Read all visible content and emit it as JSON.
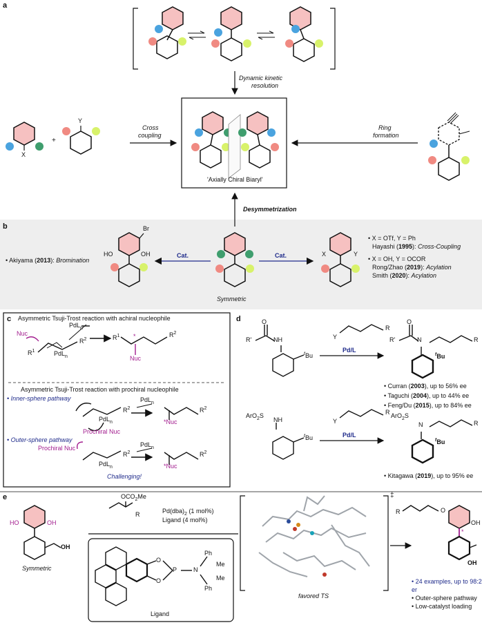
{
  "colors": {
    "pink_ring": "#f4b6b6",
    "blue_dot": "#4aa3df",
    "salmon_dot": "#f08a82",
    "yellow_dot": "#d8f26a",
    "green_dot": "#3f9e6e",
    "magenta": "#a21c8e",
    "navy": "#1e2a8a",
    "band_gray": "#eeeeee"
  },
  "panel_a": {
    "letter": "a",
    "dkr_line1": "Dynamic kinetic",
    "dkr_line2": "resolution",
    "cross_line1": "Cross",
    "cross_line2": "coupling",
    "ring_line1": "Ring",
    "ring_line2": "formation",
    "axial_label": "'Axially Chiral Biaryl'",
    "desym": "Desymmetrization",
    "X": "X",
    "Y": "Y",
    "plus": "+"
  },
  "panel_b": {
    "letter": "b",
    "akiyama_pre": "• Akiyama (",
    "akiyama_year": "2013",
    "akiyama_post": "): ",
    "akiyama_type": "Bromination",
    "br": "Br",
    "ho": "HO",
    "oh": "OH",
    "cat_left": "Cat.",
    "cat_right": "Cat.",
    "symmetric": "Symmetric",
    "X": "X",
    "Y": "Y",
    "b1_line1": "• X = OTf, Y = Ph",
    "b1_line2_pre": "Hayashi (",
    "b1_year": "1995",
    "b1_line2_post": "): ",
    "b1_type": "Cross-Coupling",
    "b2_line1": "• X = OH, Y = OCOR",
    "b2_line2_pre": "Rong/Zhao (",
    "b2_year": "2019",
    "b2_line2_post": "): ",
    "b2_type": "Acylation",
    "b3_pre": "Smith (",
    "b3_year": "2020",
    "b3_post": "): ",
    "b3_type": "Acylation"
  },
  "panel_c": {
    "letter": "c",
    "title1": "Asymmetric Tsuji-Trost reaction with achiral nucleophile",
    "title2": "Asymmetric Tsuji-Trost reaction with prochiral nucleophile",
    "inner": "• Inner-sphere pathway",
    "outer": "• Outer-sphere pathway",
    "nuc": "Nuc",
    "pdln": "PdL",
    "sub_n": "n",
    "r1": "R",
    "r2": "R",
    "sup1": "1",
    "sup2": "2",
    "prochiral": "Prochiral Nuc",
    "challenging": "Challenging!",
    "star": "*"
  },
  "panel_d": {
    "letter": "d",
    "rprime": "R'",
    "o": "O",
    "nh": "NH",
    "tbu": "Bu",
    "t": "t",
    "y": "Y",
    "r": "R",
    "n": "N",
    "cat": "Pd/L",
    "aro2s": "ArO",
    "sub2": "2",
    "s": "S",
    "refs1": [
      {
        "pre": "• Curran (",
        "year": "2003",
        "post": "), up to 56% ee"
      },
      {
        "pre": "• Taguchi (",
        "year": "2004",
        "post": "), up to 44% ee"
      },
      {
        "pre": "• Feng/Du (",
        "year": "2015",
        "post": "), up to 84% ee"
      }
    ],
    "refs2": [
      {
        "pre": "• Kitagawa (",
        "year": "2019",
        "post": "), up to 95% ee"
      }
    ]
  },
  "panel_e": {
    "letter": "e",
    "ho": "HO",
    "oh": "OH",
    "oh_bold": "OH",
    "symmetric": "Symmetric",
    "oco2me": "OCO",
    "me": "Me",
    "r": "R",
    "cond1": "Pd(dba)",
    "cond1_sub": "2",
    "cond1_post": " (1 mol%)",
    "cond2": "Ligand (4 mol%)",
    "ligand": "Ligand",
    "ph": "Ph",
    "me_lig": "Me",
    "n": "N",
    "p": "P",
    "o": "O",
    "ts_label": "favored TS",
    "dagger": "‡",
    "prod_r": "R",
    "prod_o": "O",
    "prod_oh": "OH",
    "prod_oh2": "OH",
    "result1": "• 24 examples, up to 98:2 er",
    "result2": "• Outer-sphere pathway",
    "result3": "• Low-catalyst loading",
    "star": "*"
  }
}
